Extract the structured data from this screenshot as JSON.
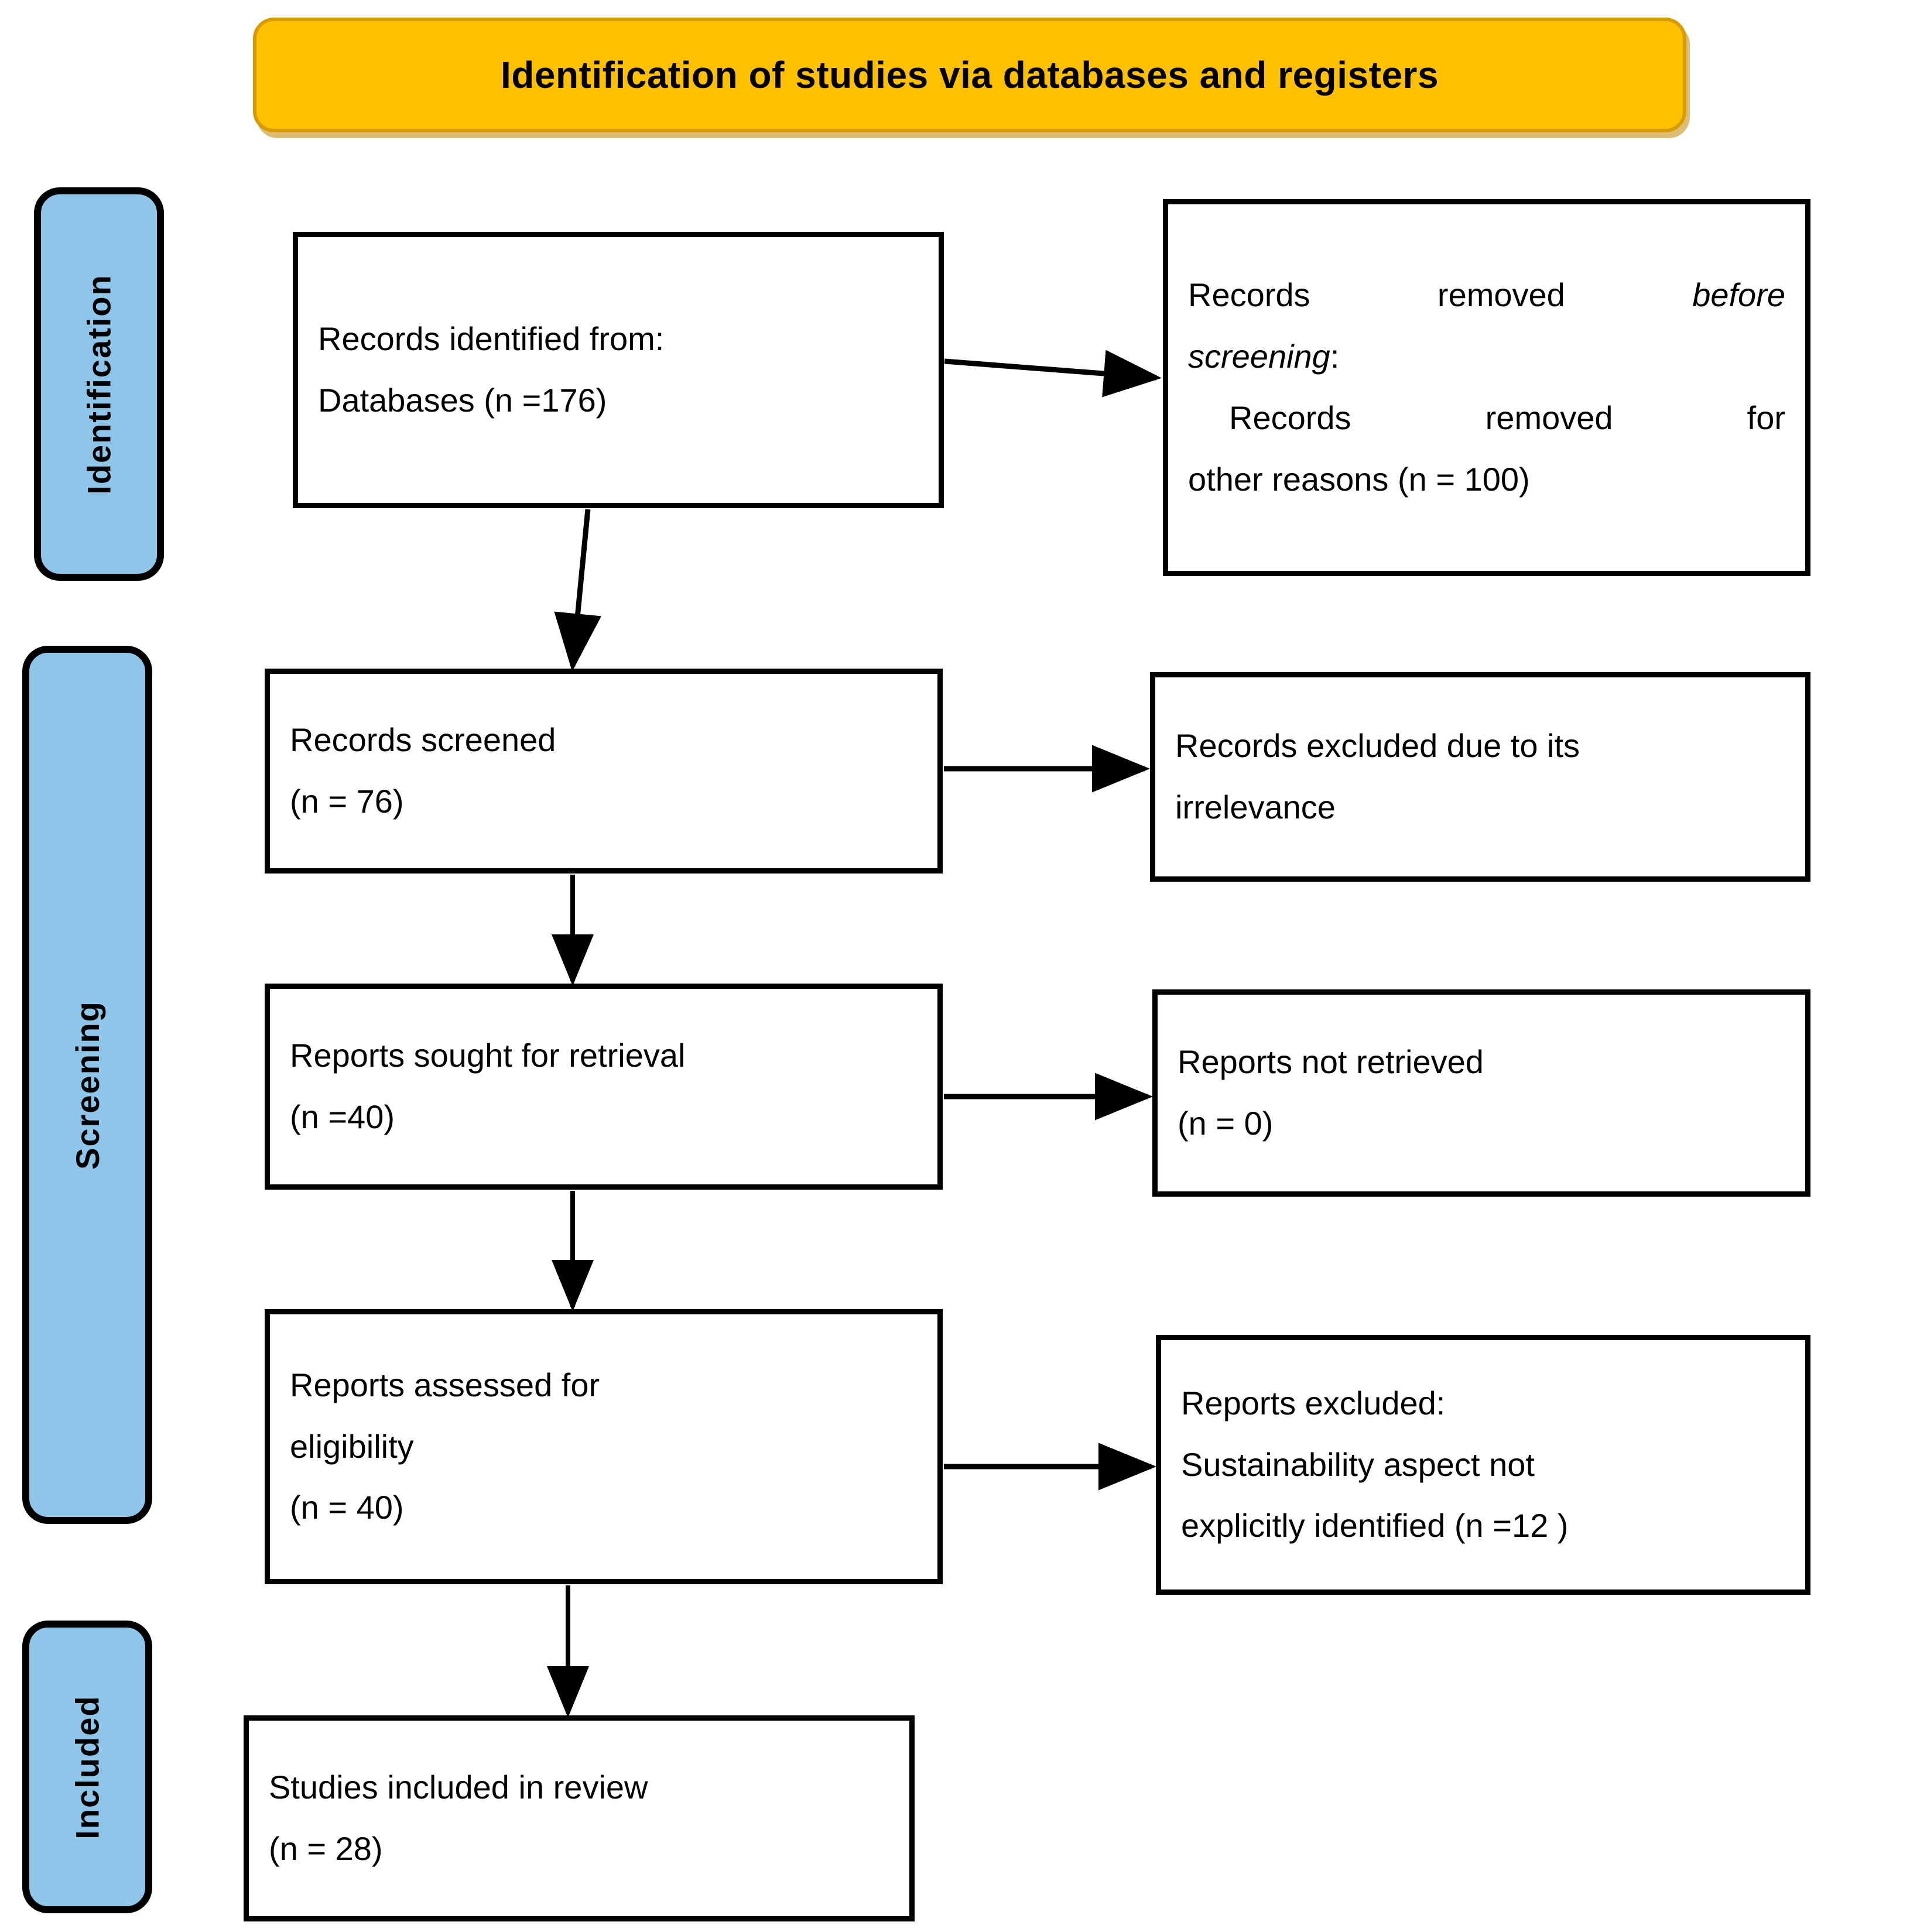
{
  "banner": {
    "title": "Identification of studies via databases and registers",
    "fill_color": "#FFC000",
    "border_color": "#D79B00"
  },
  "stages": [
    {
      "id": "identification",
      "label": "Identification",
      "fill_color": "#8EC5E8"
    },
    {
      "id": "screening",
      "label": "Screening",
      "fill_color": "#8EC5E8"
    },
    {
      "id": "included",
      "label": "Included",
      "fill_color": "#8EC5E8"
    }
  ],
  "boxes": {
    "identified": {
      "line1": "Records identified from:",
      "line2": "Databases (n =176)"
    },
    "removed": {
      "line1_a": "Records removed ",
      "line1_b": "before",
      "line2_a": "screening",
      "line2_b": ":",
      "line3": "Records removed for",
      "line4": "other reasons (n = 100)"
    },
    "screened": {
      "line1": "Records screened",
      "line2": "(n = 76)"
    },
    "excluded": {
      "line1": "Records excluded due to its",
      "line2": "irrelevance"
    },
    "sought": {
      "line1": "Reports sought for retrieval",
      "line2": "(n =40)"
    },
    "not_retrieved": {
      "line1": "Reports not retrieved",
      "line2": "(n = 0)"
    },
    "assessed": {
      "line1": "Reports assessed for",
      "line2": "eligibility",
      "line3": "(n = 40)"
    },
    "reports_excluded": {
      "line1": "Reports excluded:",
      "line2": "Sustainability aspect not",
      "line3": "explicitly identified (n =12 )"
    },
    "included": {
      "line1": "Studies included in review",
      "line2": "(n = 28)"
    }
  },
  "flow_data": {
    "type": "prisma-flow-diagram",
    "records_identified_databases": 176,
    "records_removed_before_screening_other_reasons": 100,
    "records_screened": 76,
    "records_excluded_irrelevance": null,
    "reports_sought_for_retrieval": 40,
    "reports_not_retrieved": 0,
    "reports_assessed_for_eligibility": 40,
    "reports_excluded_sustainability_not_identified": 12,
    "studies_included_in_review": 28
  }
}
